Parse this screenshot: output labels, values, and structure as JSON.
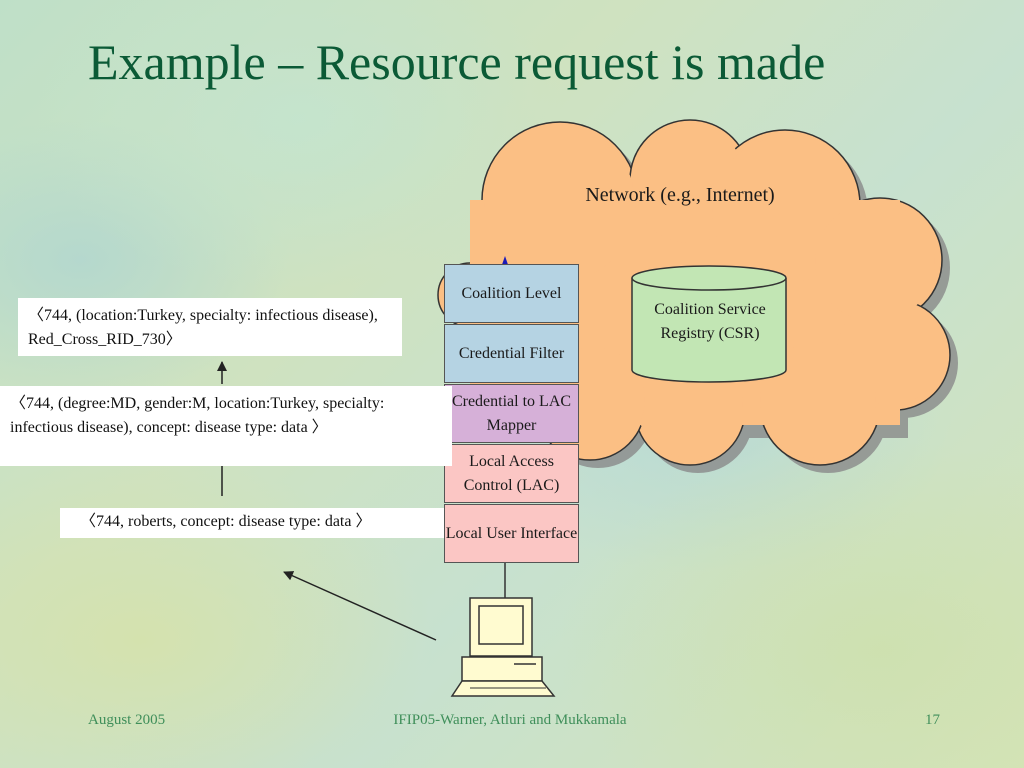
{
  "slide": {
    "title": "Example – Resource request is made",
    "cloud_label": "Network (e.g., Internet)",
    "layers": [
      {
        "label": "Coalition Level",
        "color": "#b5d3e3"
      },
      {
        "label": "Credential Filter",
        "color": "#b5d3e3"
      },
      {
        "label": "Credential to LAC Mapper",
        "color": "#d6b0d8"
      },
      {
        "label": "Local Access Control (LAC)",
        "color": "#fbc6c4"
      },
      {
        "label": "Local User Interface",
        "color": "#fbc6c4"
      }
    ],
    "csr_label": "Coalition Service Registry (CSR)",
    "messages": [
      {
        "text": "〈744, (location:Turkey, specialty: infectious disease), Red_Cross_RID_730〉"
      },
      {
        "text": "〈744, (degree:MD, gender:M, location:Turkey, specialty: infectious disease), concept: disease type: data 〉"
      },
      {
        "text": "〈744, roberts, concept: disease type: data 〉"
      }
    ],
    "footer": {
      "date": "August  2005",
      "source": "IFIP05-Warner, Atluri and Mukkamala",
      "page": "17"
    },
    "colors": {
      "title": "#0b5a36",
      "cloud": "#fbbf84",
      "csr": "#c2e6b4",
      "footer": "#3f8f5a",
      "arrow_up": "#1a1ab8"
    },
    "icons": [
      "computer-icon"
    ]
  }
}
